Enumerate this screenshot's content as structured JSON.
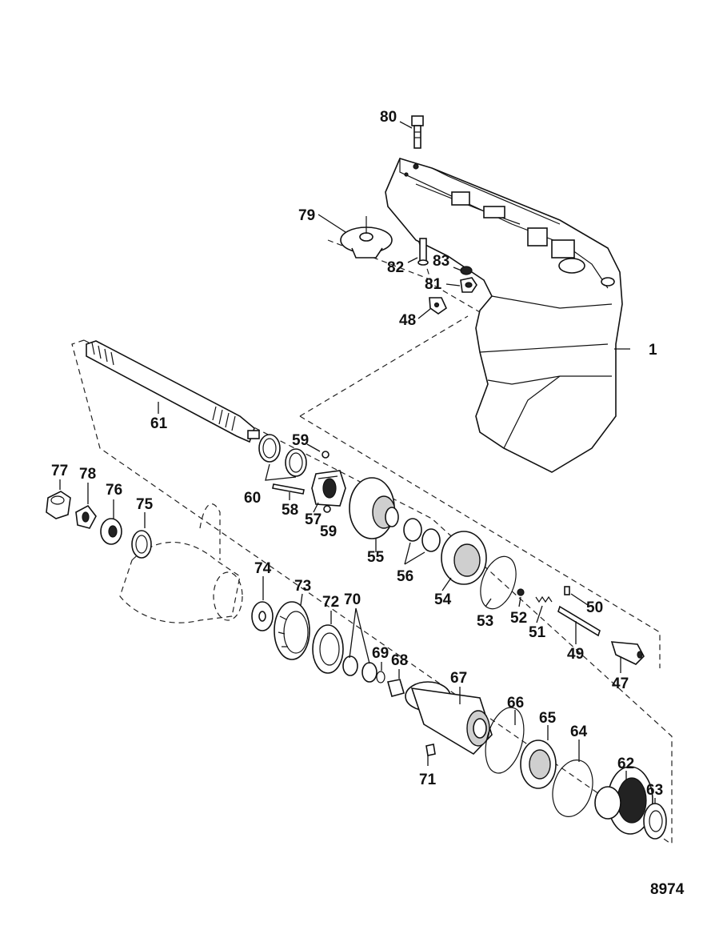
{
  "drawing_number": "8974",
  "parts": [
    {
      "id": "p1",
      "label": "1"
    },
    {
      "id": "p47",
      "label": "47"
    },
    {
      "id": "p48",
      "label": "48"
    },
    {
      "id": "p49",
      "label": "49"
    },
    {
      "id": "p50",
      "label": "50"
    },
    {
      "id": "p51",
      "label": "51"
    },
    {
      "id": "p52",
      "label": "52"
    },
    {
      "id": "p53",
      "label": "53"
    },
    {
      "id": "p54",
      "label": "54"
    },
    {
      "id": "p55",
      "label": "55"
    },
    {
      "id": "p56",
      "label": "56"
    },
    {
      "id": "p57",
      "label": "57"
    },
    {
      "id": "p58",
      "label": "58"
    },
    {
      "id": "p59a",
      "label": "59"
    },
    {
      "id": "p59b",
      "label": "59"
    },
    {
      "id": "p60",
      "label": "60"
    },
    {
      "id": "p61",
      "label": "61"
    },
    {
      "id": "p62",
      "label": "62"
    },
    {
      "id": "p63",
      "label": "63"
    },
    {
      "id": "p64",
      "label": "64"
    },
    {
      "id": "p65",
      "label": "65"
    },
    {
      "id": "p66",
      "label": "66"
    },
    {
      "id": "p67",
      "label": "67"
    },
    {
      "id": "p68",
      "label": "68"
    },
    {
      "id": "p69",
      "label": "69"
    },
    {
      "id": "p70",
      "label": "70"
    },
    {
      "id": "p71",
      "label": "71"
    },
    {
      "id": "p72",
      "label": "72"
    },
    {
      "id": "p73",
      "label": "73"
    },
    {
      "id": "p74",
      "label": "74"
    },
    {
      "id": "p75",
      "label": "75"
    },
    {
      "id": "p76",
      "label": "76"
    },
    {
      "id": "p77",
      "label": "77"
    },
    {
      "id": "p78",
      "label": "78"
    },
    {
      "id": "p79",
      "label": "79"
    },
    {
      "id": "p80",
      "label": "80"
    },
    {
      "id": "p81",
      "label": "81"
    },
    {
      "id": "p82",
      "label": "82"
    },
    {
      "id": "p83",
      "label": "83"
    }
  ]
}
